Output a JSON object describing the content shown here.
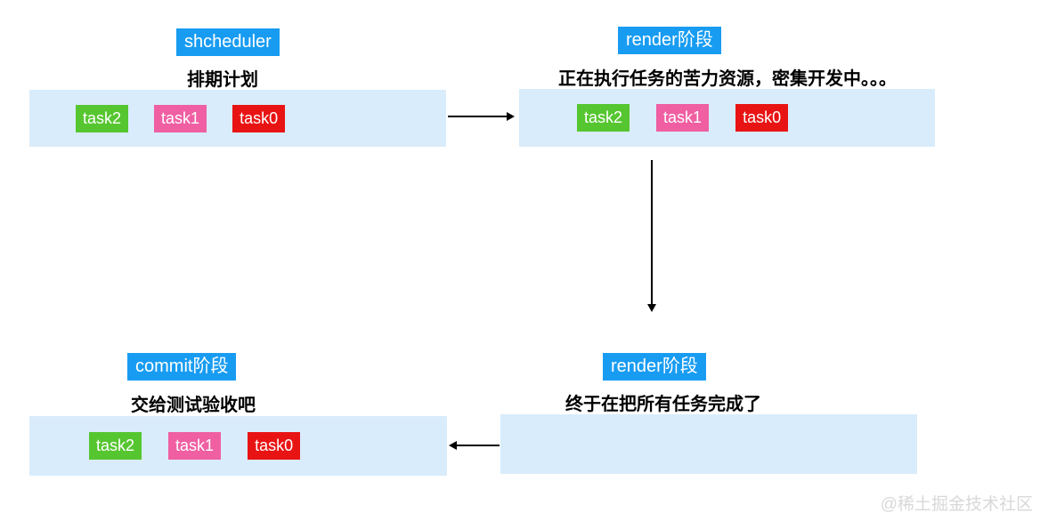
{
  "colors": {
    "stage_label_bg": "#189cf2",
    "stage_label_text": "#ffffff",
    "queue_box_bg": "#d9ecfb",
    "caption_text": "#000000",
    "arrow": "#000000",
    "task_green": "#56c630",
    "task_pink": "#ef5fa2",
    "task_red": "#e81414",
    "watermark_text": "#d8d8d8"
  },
  "sections": [
    {
      "id": "scheduler",
      "label": "shcheduler",
      "caption": "排期计划",
      "tasks": [
        {
          "label": "task2",
          "color": "#56c630"
        },
        {
          "label": "task1",
          "color": "#ef5fa2"
        },
        {
          "label": "task0",
          "color": "#e81414"
        }
      ]
    },
    {
      "id": "render-active",
      "label": "render阶段",
      "caption": "正在执行任务的苦力资源，密集开发中。。。",
      "tasks": [
        {
          "label": "task2",
          "color": "#56c630"
        },
        {
          "label": "task1",
          "color": "#ef5fa2"
        },
        {
          "label": "task0",
          "color": "#e81414"
        }
      ]
    },
    {
      "id": "render-done",
      "label": "render阶段",
      "caption": "终于在把所有任务完成了",
      "tasks": []
    },
    {
      "id": "commit",
      "label": "commit阶段",
      "caption": "交给测试验收吧",
      "tasks": [
        {
          "label": "task2",
          "color": "#56c630"
        },
        {
          "label": "task1",
          "color": "#ef5fa2"
        },
        {
          "label": "task0",
          "color": "#e81414"
        }
      ]
    }
  ],
  "arrows": [
    {
      "from": "scheduler",
      "to": "render-active",
      "direction": "right"
    },
    {
      "from": "render-active",
      "to": "render-done",
      "direction": "down"
    },
    {
      "from": "render-done",
      "to": "commit",
      "direction": "left"
    }
  ],
  "watermark": "@稀土掘金技术社区"
}
